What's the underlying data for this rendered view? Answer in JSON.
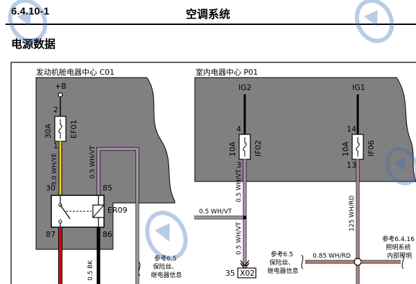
{
  "header": {
    "code": "6.4.10-1",
    "title": "空调系统"
  },
  "section": {
    "title": "电源数据"
  },
  "modules": {
    "engine_box": "发动机舱电器中心 C01",
    "interior_box": "室内电器中心 P01"
  },
  "fuses": {
    "ef01": {
      "name": "EF01",
      "rating": "30A",
      "pin_in": "2",
      "pin_out": "1"
    },
    "if02": {
      "name": "IF02",
      "rating": "10A",
      "pin_in": "4",
      "pin_out": "3"
    },
    "if06": {
      "name": "IF06",
      "rating": "10A",
      "pin_in": "14",
      "pin_out": "13"
    }
  },
  "supplies": {
    "b_plus": "+B",
    "ig2": "IG2",
    "ig1": "IG1"
  },
  "relay": {
    "name": "ER09",
    "pin_30": "30",
    "pin_85": "85",
    "pin_87": "87",
    "pin_86": "86"
  },
  "wires": {
    "w_yellow": "3.0 WH/YE",
    "w_whvt_left": "0.5 WH/VT",
    "w_whvt_h": "0.5 WH/VT",
    "w_whvt_if02": "0.5 WH/VT",
    "w_whvt_x02": "0.5 WH/VT",
    "w_bk": "0.5 BK",
    "w_whrd_v": "125 WH/RD",
    "w_whrd_h": "0.85 WH/RD"
  },
  "connector": {
    "pin": "35",
    "name": "X02"
  },
  "refs": {
    "ref_left": [
      "参考6.5",
      "保险丝、",
      "继电器信息"
    ],
    "ref_mid": [
      "参考6.5",
      "保险丝、",
      "继电器信息"
    ],
    "ref_right": [
      "参考6.4.16",
      "照明系统",
      "内部照明"
    ]
  },
  "colors": {
    "module_fill": "#808080",
    "wire_yellow": "#f5d800",
    "wire_red": "#e00000",
    "wire_black": "#000000",
    "wire_violet": "#8a3a8f",
    "watermark": "#3a6fb6"
  }
}
